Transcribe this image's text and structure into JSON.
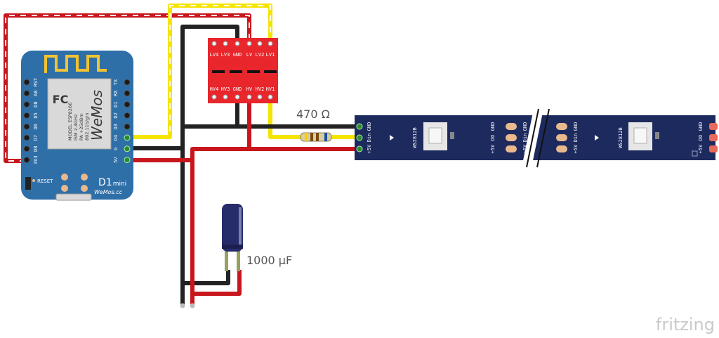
{
  "components": {
    "d1mini": {
      "left_pins": [
        "RST",
        "A0",
        "D0",
        "D5",
        "D6",
        "D7",
        "D8",
        "3V3"
      ],
      "right_pins": [
        "TX",
        "RX",
        "D1",
        "D2",
        "D3",
        "D4",
        "G",
        "5V"
      ],
      "shield_model": "MODEL ESP8266",
      "shield_vendor_lines": [
        "ISM 2.4GHz",
        "PA +25dBm",
        "802.11b/g/n"
      ],
      "brand": "WeMos",
      "board_name": "D1",
      "board_suffix": "mini",
      "board_site": "WeMos.cc",
      "reset_label": "RESET",
      "fc_mark": "FC"
    },
    "level_shifter": {
      "top_pins": [
        "LV4",
        "LV3",
        "GND",
        "LV",
        "LV2",
        "LV1"
      ],
      "bottom_pins": [
        "HV4",
        "HV3",
        "GND",
        "HV",
        "HV2",
        "HV1"
      ]
    },
    "resistor": {
      "label": "470 Ω"
    },
    "capacitor": {
      "label": "1000 µF"
    },
    "led_strip": {
      "left_segment": {
        "in_pins": [
          "GND",
          "Din",
          "+5V"
        ],
        "chip": "WS2812B",
        "out_pins": [
          "GND",
          "DO",
          "+5V"
        ]
      },
      "right_segment": {
        "in_pins": [
          "GND",
          "Din",
          "+5V"
        ],
        "chip": "WS2812B",
        "out_pins": [
          "GND",
          "DO",
          "+5V"
        ]
      }
    }
  },
  "watermark": "fritzing",
  "colors": {
    "board_blue": "#2f6fa8",
    "shifter_red": "#e8262b",
    "strip_navy": "#1d2a5e",
    "wire_red": "#c8161d",
    "wire_yellow": "#f5e400",
    "wire_black": "#222222",
    "pad_copper": "#e9b98e"
  }
}
